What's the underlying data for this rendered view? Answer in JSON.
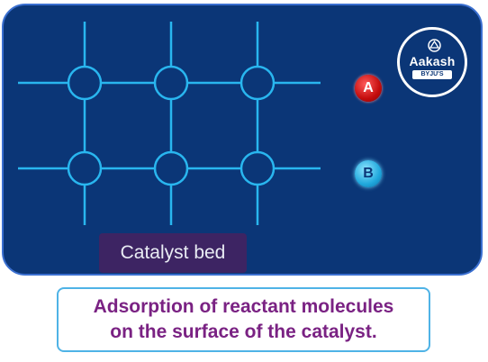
{
  "diagram": {
    "catalyst_label": "Catalyst bed",
    "molecule_a": "A",
    "molecule_b": "B",
    "caption_line1": "Adsorption of reactant molecules",
    "caption_line2": "on the surface of the catalyst."
  },
  "logo": {
    "name": "Aakash",
    "tagline": "BYJU'S"
  },
  "colors": {
    "panel": "#0b3677",
    "lattice": "#29b6ef",
    "molecule_a": "#c40d0d",
    "molecule_b": "#20a8dd",
    "caption_text": "#7a2283",
    "caption_border": "#4fb3e6"
  }
}
